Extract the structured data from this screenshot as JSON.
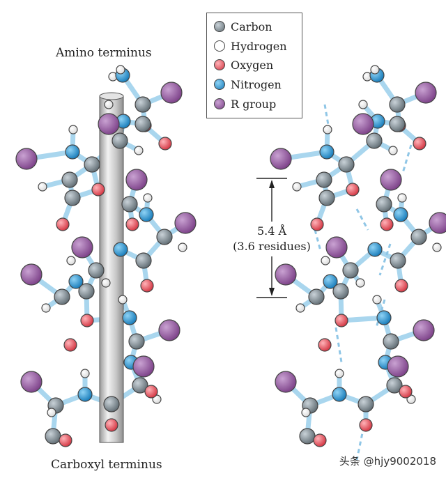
{
  "labels": {
    "amino_terminus": "Amino  terminus",
    "carboxyl_terminus": "Carboxyl terminus",
    "rise_distance": "5.4 Å",
    "rise_residues": "(3.6 residues)"
  },
  "legend": [
    {
      "label": "Carbon",
      "color": "#7f8c94",
      "icon": "carbon-atom-icon"
    },
    {
      "label": "Hydrogen",
      "color": "#ffffff",
      "icon": "hydrogen-atom-icon"
    },
    {
      "label": "Oxygen",
      "color": "#e8505b",
      "icon": "oxygen-atom-icon"
    },
    {
      "label": "Nitrogen",
      "color": "#2b9fd9",
      "icon": "nitrogen-atom-icon"
    },
    {
      "label": "R group",
      "color": "#9b59a6",
      "icon": "r-group-icon"
    }
  ],
  "watermark": "头条 @hjy9002018",
  "colors": {
    "bond": "#a9d6ee",
    "hbond": "#8fc6e6",
    "axis_rod": "#c4c4c4",
    "outline": "#444444"
  }
}
